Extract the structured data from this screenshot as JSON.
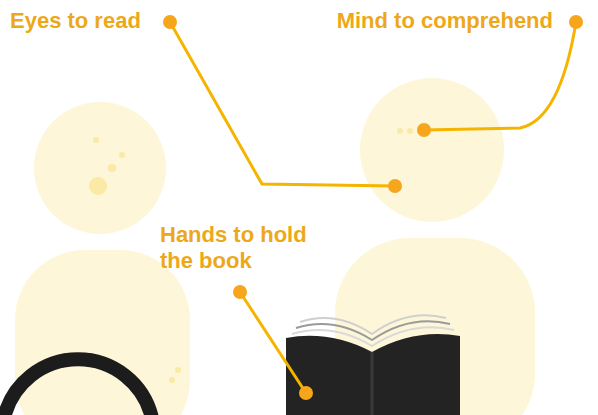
{
  "diagram": {
    "labels": [
      "Eyes to read",
      "Mind to comprehend",
      "Hands to hold the book"
    ]
  }
}
